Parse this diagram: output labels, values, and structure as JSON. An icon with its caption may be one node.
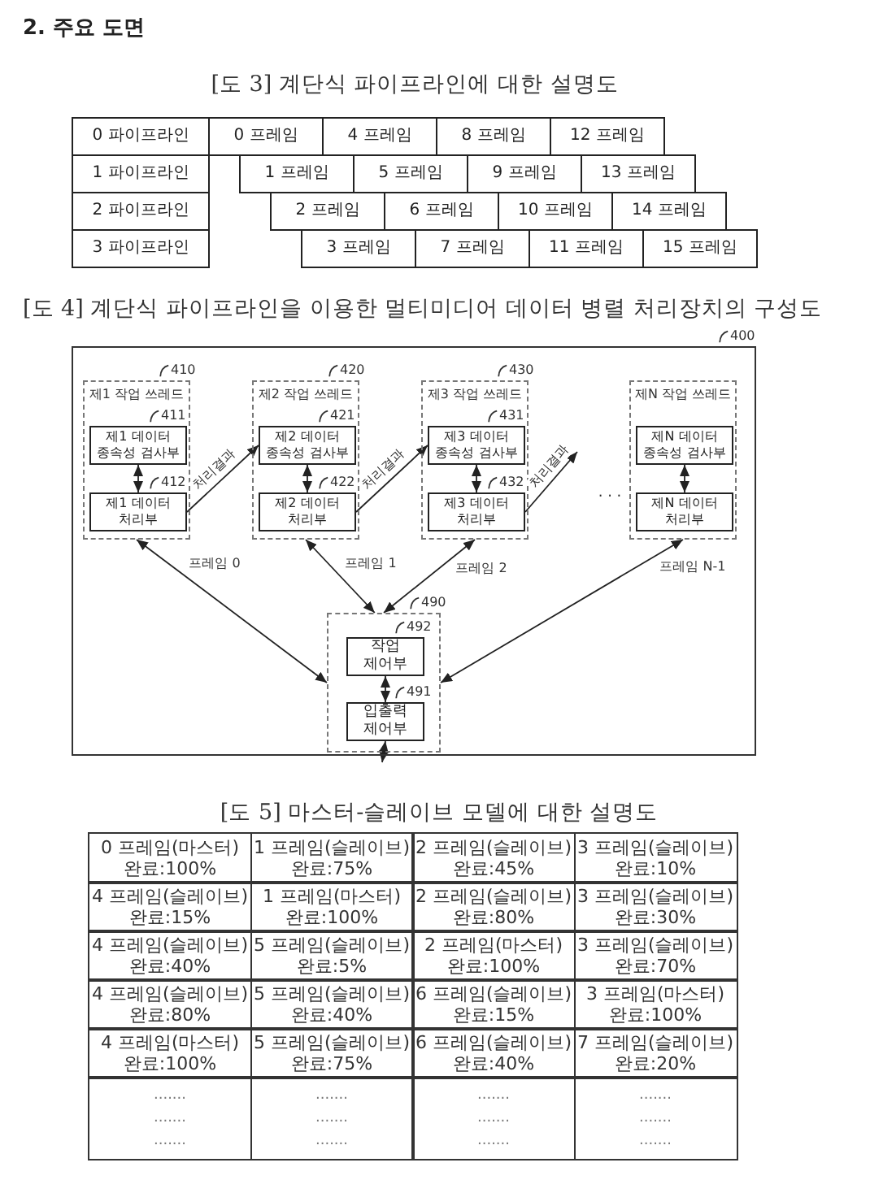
{
  "diagram": {
    "title": "2. 주요 도면",
    "nodes": [
      {
        "text": [],
        "shape": "box",
        "beside": [
          "400"
        ]
      },
      {
        "text": [
          "제1 작업 쓰레드"
        ],
        "in": 0,
        "beside": [
          "410"
        ]
      },
      {
        "text": [
          "제1 데이터 종속성 검사부"
        ],
        "in": 1,
        "beside": [
          "411"
        ]
      },
      {
        "text": [
          "제1 데이터 처리부"
        ],
        "in": 1,
        "beside": [
          "412"
        ]
      },
      {
        "text": [
          "제2 작업 쓰레드"
        ],
        "in": 0,
        "beside": [
          "420"
        ]
      },
      {
        "text": [
          "제2 데이터 종속성 검사부"
        ],
        "in": 4,
        "beside": [
          "421"
        ]
      },
      {
        "text": [
          "제2 데이터 처리부"
        ],
        "in": 4,
        "beside": [
          "422"
        ]
      },
      {
        "text": [
          "제3 작업 쓰레드"
        ],
        "in": 0,
        "beside": [
          "430"
        ]
      },
      {
        "text": [
          "제3 데이터 종속성 검사부"
        ],
        "in": 7,
        "beside": [
          "431"
        ]
      },
      {
        "text": [
          "제3 데이터 처리부"
        ],
        "in": 7,
        "beside": [
          "432"
        ]
      },
      {
        "text": [
          "제N 작업 쓰레드"
        ],
        "in": 0
      },
      {
        "text": [
          "제N 데이터 종속성 검사부"
        ],
        "in": 10
      },
      {
        "text": [
          "제N 데이터 처리부"
        ],
        "in": 10
      },
      {
        "text": [],
        "shape": "box",
        "in": 0,
        "beside": [
          "490"
        ]
      },
      {
        "text": [
          "작업 제어부"
        ],
        "in": 13,
        "beside": [
          "492"
        ]
      },
      {
        "text": [
          "입출력 제어부"
        ],
        "in": 13,
        "beside": [
          "491"
        ]
      }
    ],
    "edges": [
      {
        "from": 2,
        "to": 3,
        "arrow": "both"
      },
      {
        "from": 3,
        "to": 5,
        "arrow": "to",
        "label": "처리결과"
      },
      {
        "from": 5,
        "to": 6,
        "arrow": "both"
      },
      {
        "from": 6,
        "to": 8,
        "arrow": "to",
        "label": "처리결과"
      },
      {
        "from": 8,
        "to": 9,
        "arrow": "both"
      },
      {
        "from": 9,
        "to": null,
        "arrow": "to",
        "label": "처리결과"
      },
      {
        "from": 11,
        "to": 12,
        "arrow": "both"
      },
      {
        "from": 1,
        "to": 13,
        "arrow": "both",
        "label": "프레임 0"
      },
      {
        "from": 4,
        "to": 13,
        "arrow": "both",
        "label": "프레임 1"
      },
      {
        "from": 7,
        "to": 13,
        "arrow": "both",
        "label": "프레임 2"
      },
      {
        "from": 10,
        "to": 13,
        "arrow": "both",
        "label": "프레임 N-1"
      },
      {
        "from": 14,
        "to": 15,
        "arrow": "both"
      },
      {
        "from": 15,
        "to": null,
        "arrow": "both"
      }
    ],
    "labels": [
      "[도 3] 계단식 파이프라인에 대한 설명도",
      "0 파이프라인",
      "0 프레임",
      "4 프레임",
      "8 프레임",
      "12 프레임",
      "1 파이프라인",
      "1 프레임",
      "5 프레임",
      "9 프레임",
      "13 프레임",
      "2 파이프라인",
      "2 프레임",
      "6 프레임",
      "10 프레임",
      "14 프레임",
      "3 파이프라인",
      "3 프레임",
      "7 프레임",
      "11 프레임",
      "15 프레임",
      "[도 4] 계단식 파이프라인을 이용한 멀티미디어 데이터 병렬 처리장치의 구성도",
      "· · ·",
      "[도 5] 마스터-슬레이브 모델에 대한 설명도",
      "0 프레임(마스터)",
      "완료:100%",
      "1 프레임(슬레이브)",
      "완료:75%",
      "2 프레임(슬레이브)",
      "완료:45%",
      "3 프레임(슬레이브)",
      "완료:10%",
      "4 프레임(슬레이브)",
      "완료:15%",
      "1 프레임(마스터)",
      "완료:100%",
      "2 프레임(슬레이브)",
      "완료:80%",
      "3 프레임(슬레이브)",
      "완료:30%",
      "4 프레임(슬레이브)",
      "완료:40%",
      "5 프레임(슬레이브)",
      "완료:5%",
      "2 프레임(마스터)",
      "완료:100%",
      "3 프레임(슬레이브)",
      "완료:70%",
      "4 프레임(슬레이브)",
      "완료:80%",
      "5 프레임(슬레이브)",
      "완료:40%",
      "6 프레임(슬레이브)",
      "완료:15%",
      "3 프레임(마스터)",
      "완료:100%",
      "4 프레임(마스터)",
      "완료:100%",
      "5 프레임(슬레이브)",
      "완료:75%",
      "6 프레임(슬레이브)",
      "완료:40%",
      "7 프레임(슬레이브)",
      "완료:20%",
      ".......",
      ".......",
      ".......",
      ".......",
      ".......",
      ".......",
      ".......",
      ".......",
      ".......",
      ".......",
      ".......",
      "......."
    ]
  }
}
